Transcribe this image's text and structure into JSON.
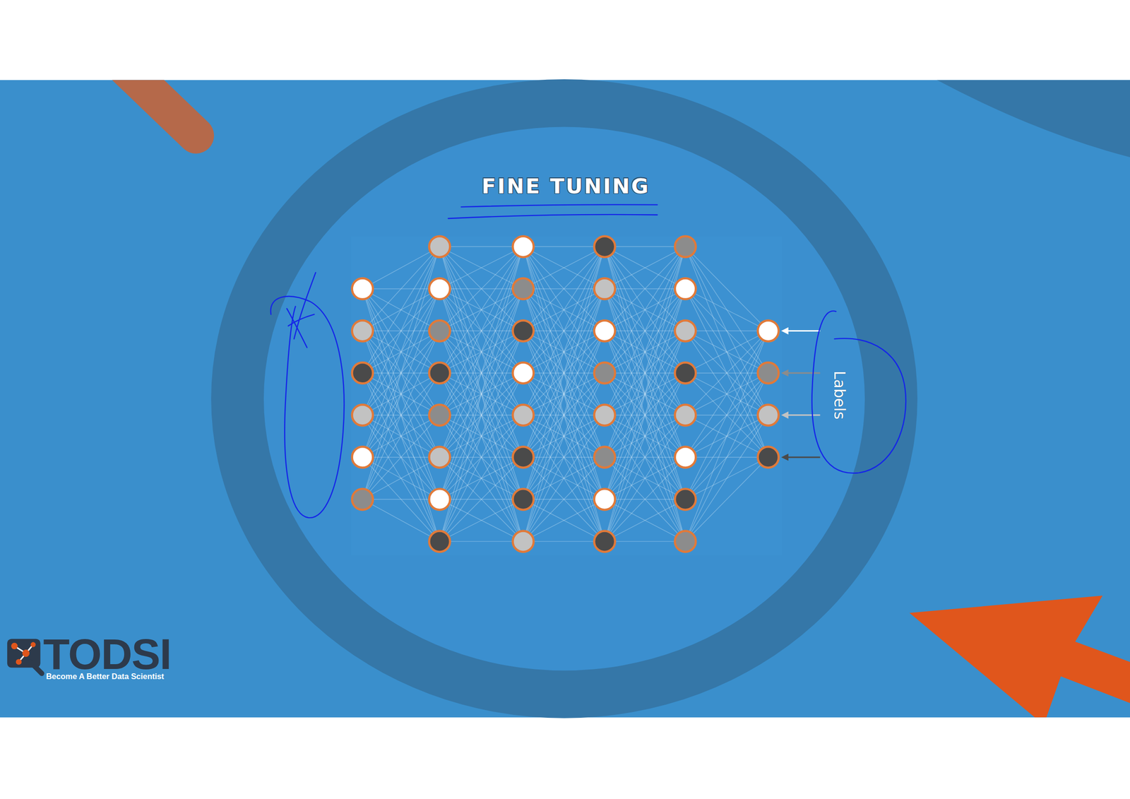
{
  "diagram": {
    "title": "FINE TUNING",
    "labels": [
      "Labels",
      "TODSI",
      "Become A Better Data Scientist"
    ]
  }
}
